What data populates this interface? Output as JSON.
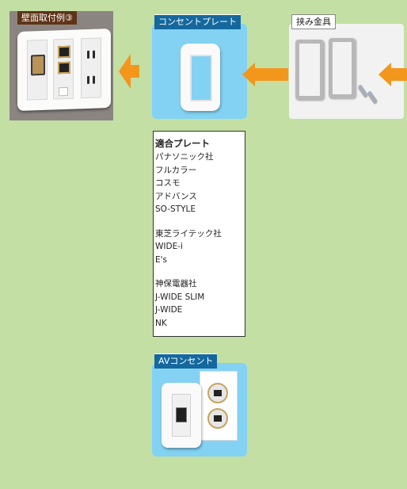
{
  "wall_mount": {
    "label": "壁面取付例③"
  },
  "outlet_plate": {
    "label": "コンセントプレート"
  },
  "clamp": {
    "label": "挟み金具"
  },
  "compatible": {
    "title": "適合プレート",
    "group1": [
      "パナソニック社",
      "フルカラー",
      "コスモ",
      "アドバンス",
      "SO-STYLE"
    ],
    "group2": [
      "東芝ライテック社",
      "WIDE-i",
      "E's"
    ],
    "group3": [
      "神保電器社",
      "J-WIDE SLIM",
      "J-WIDE",
      "NK"
    ]
  },
  "av_outlet": {
    "label": "AVコンセント"
  },
  "colors": {
    "background": "#c3dfa4",
    "arrow": "#f3961c",
    "panel_blue": "#83d2f3",
    "label_blue": "#14689d",
    "label_brown": "#5e3317"
  },
  "icons": [
    "wall-plate-photo",
    "outlet-plate-photo",
    "clamp-bracket-photo",
    "av-outlet-photo",
    "arrow-left-icon"
  ]
}
